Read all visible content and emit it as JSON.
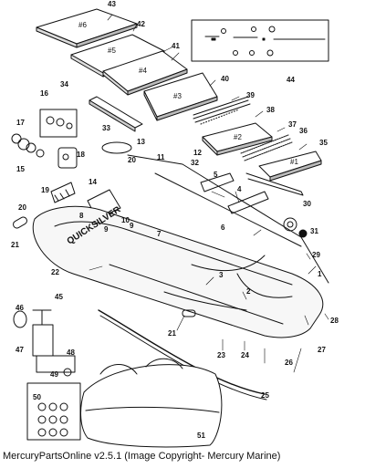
{
  "diagram": {
    "parts": [
      "1",
      "2",
      "3",
      "4",
      "5",
      "6",
      "7",
      "8",
      "9",
      "10",
      "11",
      "12",
      "13",
      "14",
      "15",
      "16",
      "17",
      "18",
      "19",
      "20",
      "21",
      "22",
      "23",
      "24",
      "25",
      "26",
      "27",
      "28",
      "29",
      "30",
      "31",
      "32",
      "33",
      "34",
      "35",
      "36",
      "37",
      "38",
      "39",
      "40",
      "41",
      "42",
      "43",
      "44",
      "45",
      "46",
      "47",
      "48",
      "49",
      "50",
      "51"
    ],
    "floor_panel_labels": [
      "#1",
      "#2",
      "#3",
      "#4",
      "#5",
      "#6"
    ],
    "hull_brand": "QUICKSILVER"
  },
  "footer": {
    "copyright": "MercuryPartsOnline v2.5.1 (Image Copyright- Mercury Marine)"
  }
}
